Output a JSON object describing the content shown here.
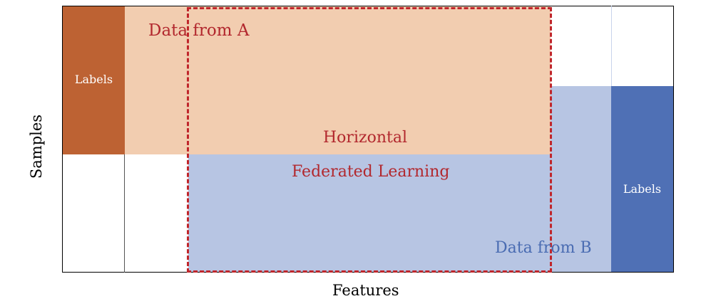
{
  "diagram": {
    "axis_y_label": "Samples",
    "axis_x_label": "Features",
    "party_a": {
      "name": "Data from A",
      "labels_text": "Labels"
    },
    "party_b": {
      "name": "Data from B",
      "labels_text": "Labels"
    },
    "overlap": {
      "line1": "Horizontal",
      "line2": "Federated Learning"
    },
    "colors": {
      "a_data": "#f2cdb0",
      "a_labels": "#bd6233",
      "b_data": "#b7c5e3",
      "b_labels": "#4f70b5",
      "dashed_border": "#c0262b",
      "red_text": "#b2282e",
      "blue_text": "#4a6cb2"
    }
  }
}
